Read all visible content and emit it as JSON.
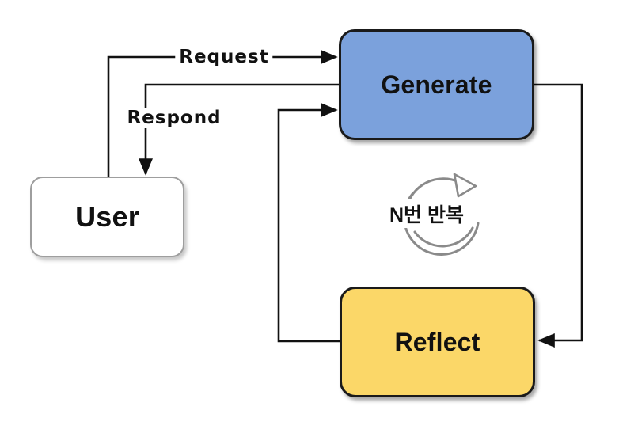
{
  "diagram": {
    "title": "Generate-Reflect loop diagram",
    "background_color": "#ffffff",
    "nodes": {
      "user": {
        "label": "User",
        "fill": "#ffffff",
        "border_color": "#9e9e9e",
        "text_color": "#111111"
      },
      "generate": {
        "label": "Generate",
        "fill": "#7ba1dc",
        "border_color": "#1a1a1a",
        "text_color": "#111111"
      },
      "reflect": {
        "label": "Reflect",
        "fill": "#fbd768",
        "border_color": "#1a1a1a",
        "text_color": "#111111"
      }
    },
    "edges": {
      "request": {
        "label": "Request",
        "from": "user",
        "to": "generate",
        "color": "#111111"
      },
      "respond": {
        "label": "Respond",
        "from": "generate",
        "to": "user",
        "color": "#111111"
      },
      "generate_to_reflect": {
        "label": "",
        "from": "generate",
        "to": "reflect",
        "color": "#111111"
      },
      "reflect_to_generate": {
        "label": "",
        "from": "reflect",
        "to": "generate",
        "color": "#111111"
      }
    },
    "loop": {
      "label": "N번 반복",
      "arrow_color": "#8a8a8a"
    }
  }
}
